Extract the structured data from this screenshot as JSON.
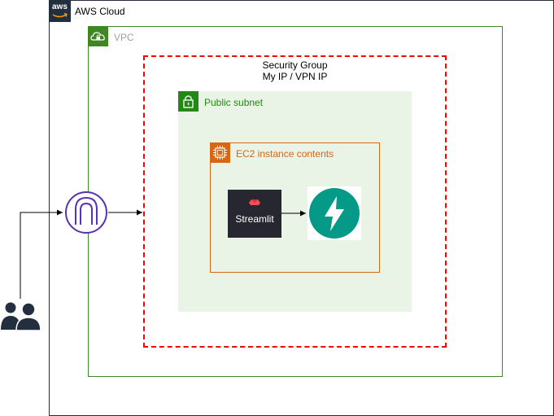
{
  "cloud": {
    "label": "AWS Cloud",
    "logo_text": "aws"
  },
  "vpc": {
    "label": "VPC"
  },
  "security_group": {
    "line1": "Security Group",
    "line2": "My IP / VPN IP"
  },
  "subnet": {
    "label": "Public subnet"
  },
  "ec2": {
    "label": "EC2 instance contents"
  },
  "streamlit": {
    "label": "Streamlit"
  },
  "colors": {
    "aws_dark": "#232f3e",
    "vpc_green": "#3f8624",
    "subnet_green": "#248814",
    "subnet_fill": "#e9f3e6",
    "ec2_orange": "#d86613",
    "security_red": "#ff0000",
    "gateway_purple": "#5a30b5",
    "streamlit_bg": "#262730",
    "streamlit_red": "#ff4b4b",
    "fastapi_teal": "#059a87"
  },
  "icons": [
    "aws-logo-icon",
    "vpc-cloud-lock-icon",
    "subnet-lock-icon",
    "ec2-chip-icon",
    "internet-gateway-icon",
    "users-icon",
    "streamlit-crown-icon",
    "fastapi-bolt-icon"
  ]
}
